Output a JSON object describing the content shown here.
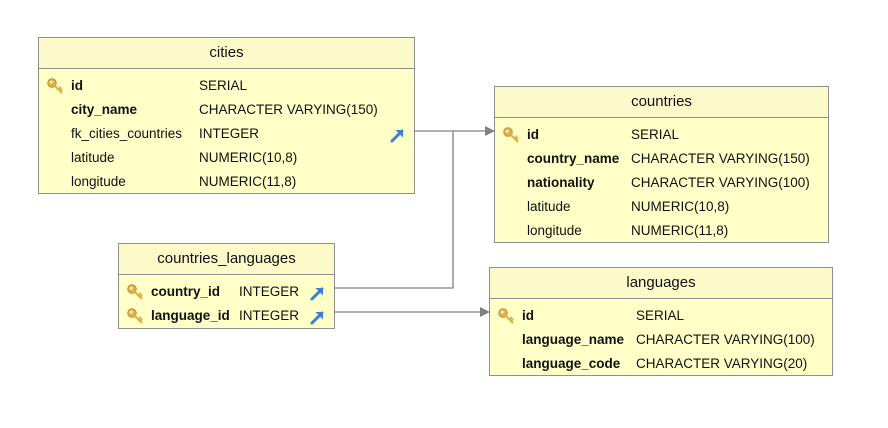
{
  "tables": {
    "cities": {
      "title": "cities",
      "columns": [
        {
          "name": "id",
          "type": "SERIAL",
          "primary_key": true,
          "bold": true
        },
        {
          "name": "city_name",
          "type": "CHARACTER VARYING(150)",
          "bold": true
        },
        {
          "name": "fk_cities_countries",
          "type": "INTEGER",
          "foreign_key": true
        },
        {
          "name": "latitude",
          "type": "NUMERIC(10,8)"
        },
        {
          "name": "longitude",
          "type": "NUMERIC(11,8)"
        }
      ]
    },
    "countries": {
      "title": "countries",
      "columns": [
        {
          "name": "id",
          "type": "SERIAL",
          "primary_key": true,
          "bold": true
        },
        {
          "name": "country_name",
          "type": "CHARACTER VARYING(150)",
          "bold": true
        },
        {
          "name": "nationality",
          "type": "CHARACTER VARYING(100)",
          "bold": true
        },
        {
          "name": "latitude",
          "type": "NUMERIC(10,8)"
        },
        {
          "name": "longitude",
          "type": "NUMERIC(11,8)"
        }
      ]
    },
    "countries_languages": {
      "title": "countries_languages",
      "columns": [
        {
          "name": "country_id",
          "type": "INTEGER",
          "primary_key": true,
          "foreign_key": true,
          "bold": true
        },
        {
          "name": "language_id",
          "type": "INTEGER",
          "primary_key": true,
          "foreign_key": true,
          "bold": true
        }
      ]
    },
    "languages": {
      "title": "languages",
      "columns": [
        {
          "name": "id",
          "type": "SERIAL",
          "primary_key": true,
          "bold": true
        },
        {
          "name": "language_name",
          "type": "CHARACTER VARYING(100)",
          "bold": true
        },
        {
          "name": "language_code",
          "type": "CHARACTER VARYING(20)",
          "bold": true
        }
      ]
    }
  },
  "relations": [
    {
      "from": "cities.fk_cities_countries",
      "to": "countries"
    },
    {
      "from": "countries_languages.country_id",
      "to": "countries"
    },
    {
      "from": "countries_languages.language_id",
      "to": "languages"
    }
  ],
  "colors": {
    "table_fill": "#ffffc8",
    "border": "#8f8f8f",
    "connector": "#808080",
    "key": "#e0b24a",
    "fk_arrow": "#3f7fd0"
  },
  "icons": {
    "primary_key": "key-icon",
    "foreign_key": "foreign-key-arrow-icon"
  }
}
